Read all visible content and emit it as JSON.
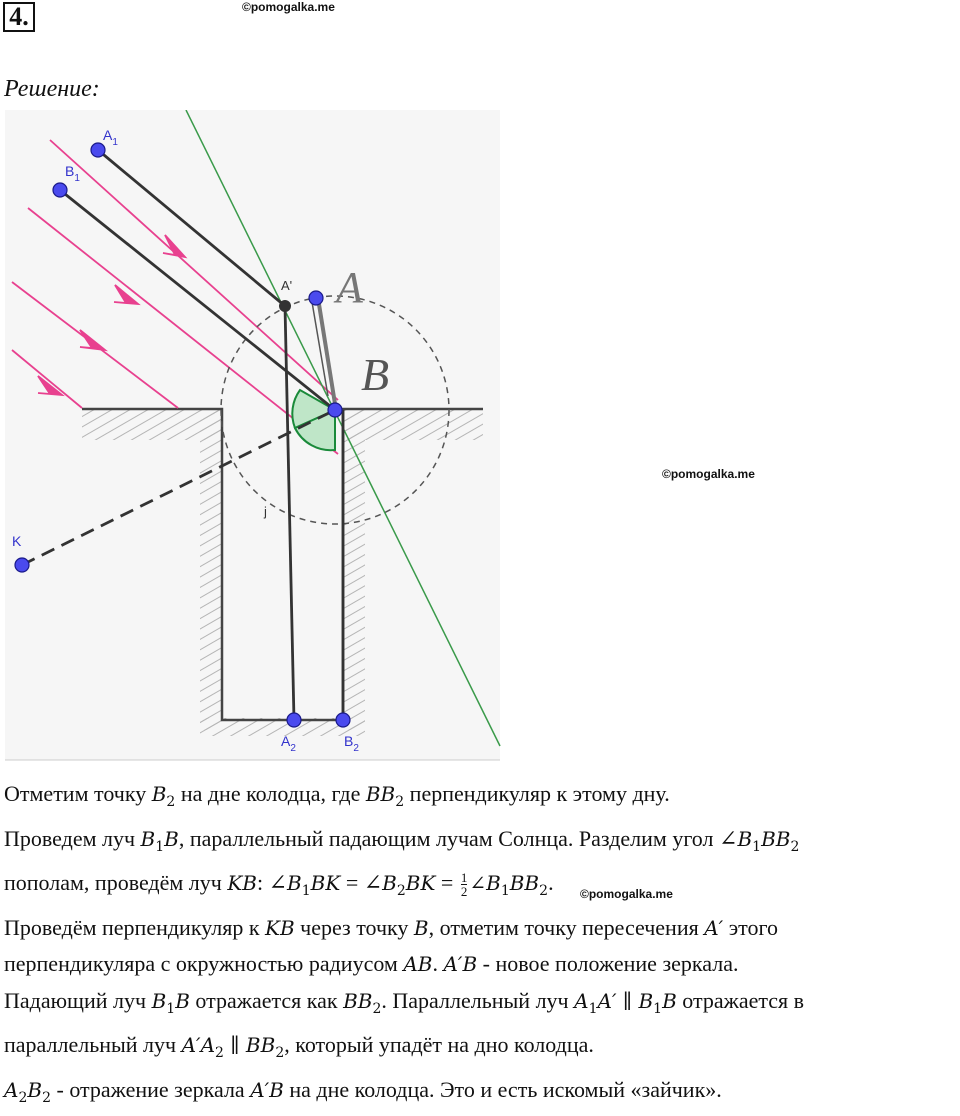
{
  "problem_number": "4.",
  "watermark": "©pomogalka.me",
  "heading": "Решение:",
  "figure": {
    "point_labels": {
      "A1": "A",
      "A1_sub": "1",
      "B1": "B",
      "B1_sub": "1",
      "A_prime": "A'",
      "A_big": "A",
      "B_big": "B",
      "K": "K",
      "j": "j",
      "A2": "A",
      "A2_sub": "2",
      "B2": "B",
      "B2_sub": "2"
    },
    "colors": {
      "sun_rays": "#e8418f",
      "construction_line": "#3a9a4a",
      "points": "#3333ee",
      "angle_fill": "#bfe6c8",
      "angle_stroke": "#1a8a3a",
      "hatch": "#b5b5b5"
    }
  },
  "text": {
    "l1_a": "Отметим точку ",
    "l1_b": " на дне колодца, где ",
    "l1_c": " перпендикуляр к этому дну.",
    "l2_a": "Проведем луч ",
    "l2_b": ", параллельный падающим лучам Солнца. Разделим угол ∠",
    "l3_a": "пополам, проведём луч ",
    "l3_b": ": ∠",
    "l3_eq": " = ∠",
    "l3_frac_num": "1",
    "l3_frac_den": "2",
    "l4_a": "Проведём перпендикуляр к ",
    "l4_b": " через точку ",
    "l4_c": ", отметим точку пересечения ",
    "l4_d": " этого",
    "l5_a": "перпендикуляра с окружностью радиусом ",
    "l5_b": " - новое положение зеркала.",
    "l6_a": "Падающий луч ",
    "l6_b": " отражается как ",
    "l6_c": ". Параллельный луч ",
    "l6_d": " отражается в",
    "l7_a": "параллельный луч ",
    "l7_b": ", который упадёт на дно колодца.",
    "l8_a": " - отражение зеркала ",
    "l8_b": " на дне колодца. Это и есть искомый «зайчик».",
    "sym": {
      "B": "B",
      "B1": "B",
      "B2": "B",
      "sub1": "1",
      "sub2": "2",
      "BB2": "BB",
      "B1B": "B",
      "KB": "KB",
      "B1BK": "BK",
      "B2BK": "BK",
      "B1BB2": "BB",
      "AB": "AB",
      "AprimeB": "A′B",
      "Aprime": "A′",
      "A1Aprime": "A′",
      "A1": "A",
      "par": " ∥ ",
      "AprimeA2": "A′A",
      "A2": "A",
      "A2B2": "B",
      "dot": ".",
      "dot2": "."
    }
  }
}
